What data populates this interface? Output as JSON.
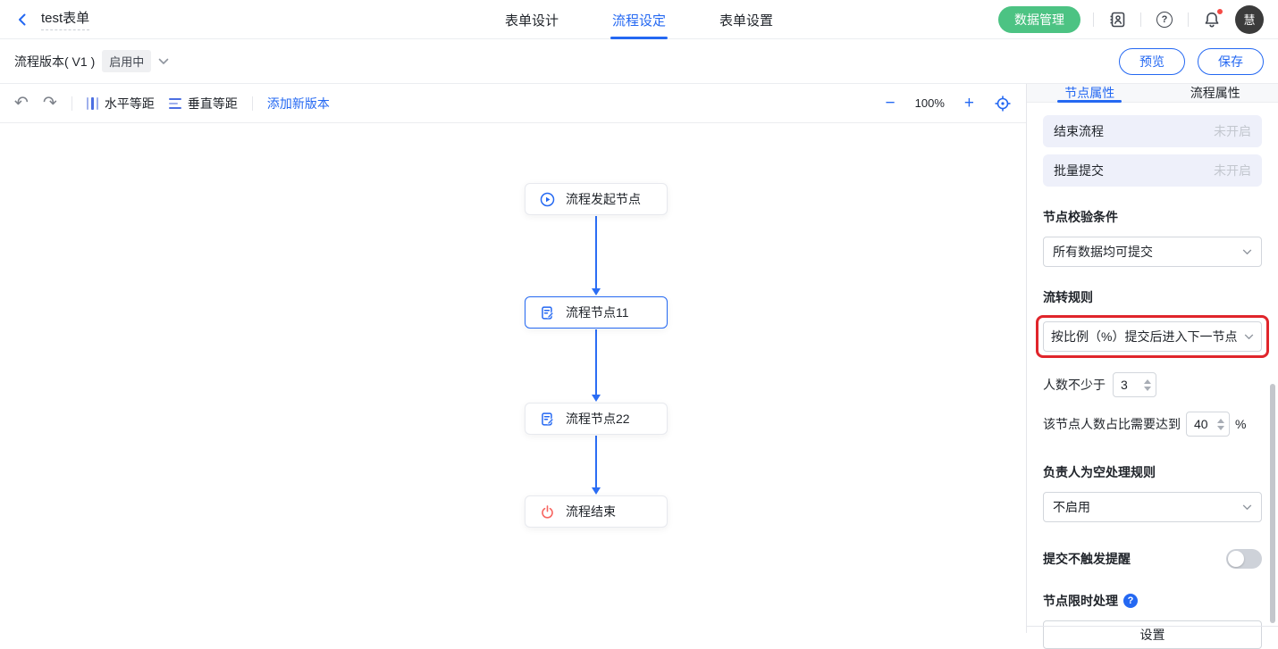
{
  "header": {
    "title": "test表单",
    "tabs": [
      {
        "label": "表单设计"
      },
      {
        "label": "流程设定"
      },
      {
        "label": "表单设置"
      }
    ],
    "data_manage": "数据管理",
    "avatar": "慧"
  },
  "subheader": {
    "version": "流程版本( V1 )",
    "status": "启用中",
    "preview": "预览",
    "save": "保存"
  },
  "toolbar": {
    "h_align": "水平等距",
    "v_align": "垂直等距",
    "add_version": "添加新版本",
    "zoom": "100%"
  },
  "flow": {
    "nodes": [
      {
        "label": "流程发起节点",
        "icon": "play-circle"
      },
      {
        "label": "流程节点11",
        "icon": "edit-note",
        "selected": true
      },
      {
        "label": "流程节点22",
        "icon": "edit-note"
      },
      {
        "label": "流程结束",
        "icon": "power"
      }
    ]
  },
  "panel": {
    "tab_node": "节点属性",
    "tab_flow": "流程属性",
    "rows": [
      {
        "label": "结束流程",
        "value": "未开启"
      },
      {
        "label": "批量提交",
        "value": "未开启"
      }
    ],
    "validation_heading": "节点校验条件",
    "validation_select": "所有数据均可提交",
    "flow_rule_heading": "流转规则",
    "flow_rule_select": "按比例（%）提交后进入下一节点",
    "min_people_label": "人数不少于",
    "min_people_value": "3",
    "ratio_label": "该节点人数占比需要达到",
    "ratio_value": "40",
    "ratio_unit": "%",
    "empty_owner_heading": "负责人为空处理规则",
    "empty_owner_select": "不启用",
    "no_reminder_label": "提交不触发提醒",
    "time_limit_heading": "节点限时处理",
    "settings_button": "设置"
  },
  "icons": {
    "undo": "↶",
    "redo": "↷",
    "minus": "−",
    "plus": "+",
    "question": "?"
  },
  "colors": {
    "primary": "#2468f2",
    "green": "#4cc383",
    "annotation_red": "#e0252b",
    "end_node_red": "#f76560",
    "row_bg": "#eef0fa",
    "disabled_text": "#c3c7cf"
  }
}
